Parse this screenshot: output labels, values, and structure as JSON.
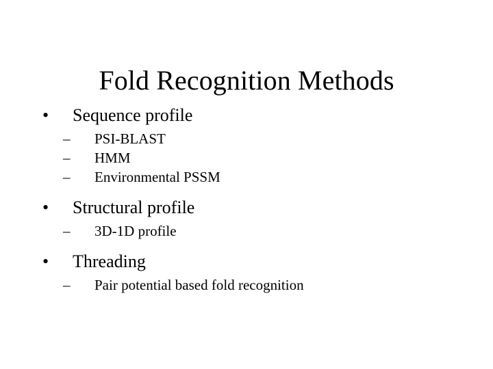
{
  "slide": {
    "title": "Fold Recognition Methods",
    "background_color": "#ffffff",
    "text_color": "#000000",
    "level1_marker": "•",
    "level2_marker": "–",
    "groups": [
      {
        "heading": "Sequence profile",
        "items": [
          "PSI-BLAST",
          "HMM",
          "Environmental PSSM"
        ]
      },
      {
        "heading": "Structural profile",
        "items": [
          "3D-1D profile"
        ]
      },
      {
        "heading": "Threading",
        "items": [
          "Pair potential based fold recognition"
        ]
      }
    ]
  }
}
